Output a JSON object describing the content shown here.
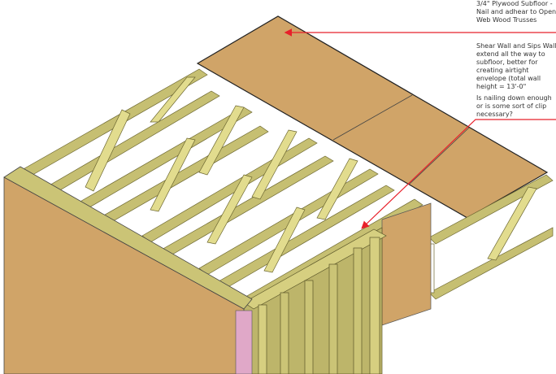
{
  "annotations": [
    {
      "text": "3/4\" Plywood Subfloor - Nail and adhear to Open Web Wood Trusses"
    },
    {
      "text": "Shear Wall and Sips Wall extend all the way to subfloor, better for creating airtight envelope (total wall height = 13'-0\""
    },
    {
      "text": "Is nailing down enough or is some sort of clip necessary?"
    }
  ],
  "colors": {
    "plywood": "#d0a468",
    "lumber": "#dedc8c",
    "chord": "#c2bb6c",
    "arrow": "#e8202a",
    "insulation": "#e0a8c8"
  }
}
